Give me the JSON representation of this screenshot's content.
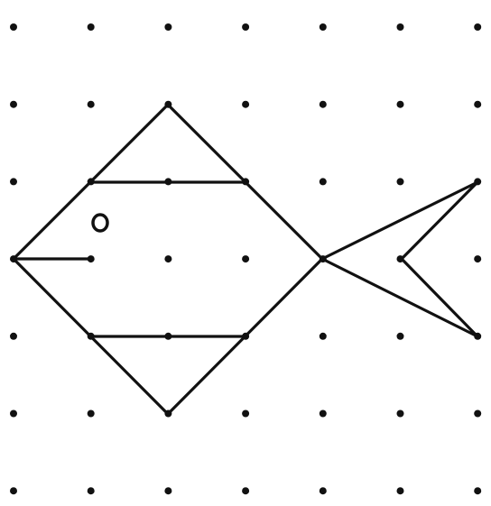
{
  "figure": {
    "type": "dot-grid-drawing",
    "subject": "fish",
    "grid": {
      "columns": 7,
      "rows": 7
    },
    "line_color": "#111111",
    "dot_color": "#111111",
    "background": "#ffffff"
  }
}
